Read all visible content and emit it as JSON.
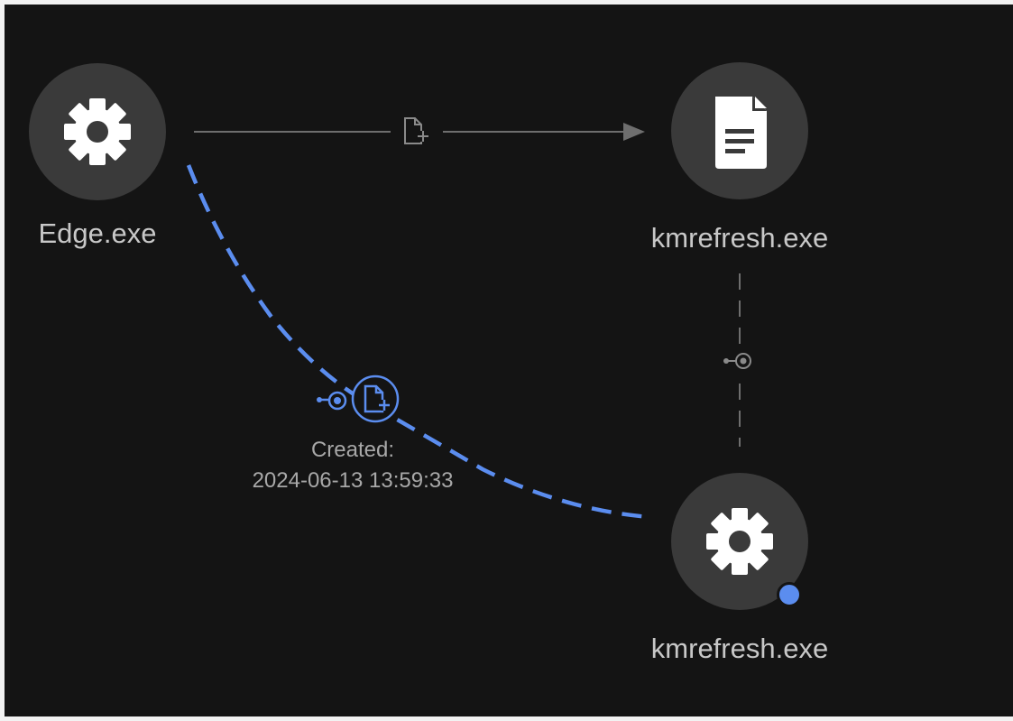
{
  "colors": {
    "background": "#141414",
    "node_fill": "#3a3a3a",
    "icon": "#ffffff",
    "label": "#c8c8c8",
    "edge_inactive": "#6e6e6e",
    "edge_active": "#5b8def"
  },
  "nodes": [
    {
      "id": "edge",
      "label": "Edge.exe",
      "icon": "gear-icon"
    },
    {
      "id": "kmrefresh-file",
      "label": "kmrefresh.exe",
      "icon": "file-icon"
    },
    {
      "id": "kmrefresh-process",
      "label": "kmrefresh.exe",
      "icon": "gear-icon",
      "status_dot": true
    }
  ],
  "edges": [
    {
      "from": "edge",
      "to": "kmrefresh-file",
      "icon": "file-create-icon",
      "style": "solid-arrow",
      "active": false
    },
    {
      "from": "edge",
      "to": "kmrefresh-process",
      "icon": "file-create-icon",
      "style": "dashed",
      "active": true,
      "label_line1": "Created:",
      "label_line2": "2024-06-13 13:59:33"
    },
    {
      "from": "kmrefresh-file",
      "to": "kmrefresh-process",
      "icon": "connector-icon",
      "style": "dashed",
      "active": false
    }
  ]
}
